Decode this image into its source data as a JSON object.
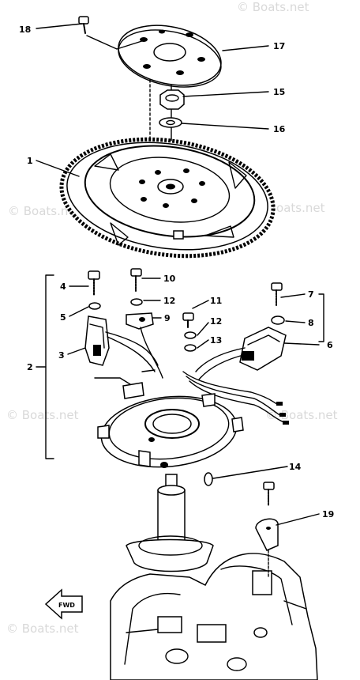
{
  "watermark": "© Boats.net",
  "fwd_label": "FWD",
  "callouts": {
    "c1": "1",
    "c2": "2",
    "c3": "3",
    "c4": "4",
    "c5": "5",
    "c6": "6",
    "c7": "7",
    "c8": "8",
    "c9": "9",
    "c10": "10",
    "c11": "11",
    "c12a": "12",
    "c12b": "12",
    "c13": "13",
    "c14": "14",
    "c15": "15",
    "c16": "16",
    "c17": "17",
    "c18": "18",
    "c19": "19"
  }
}
